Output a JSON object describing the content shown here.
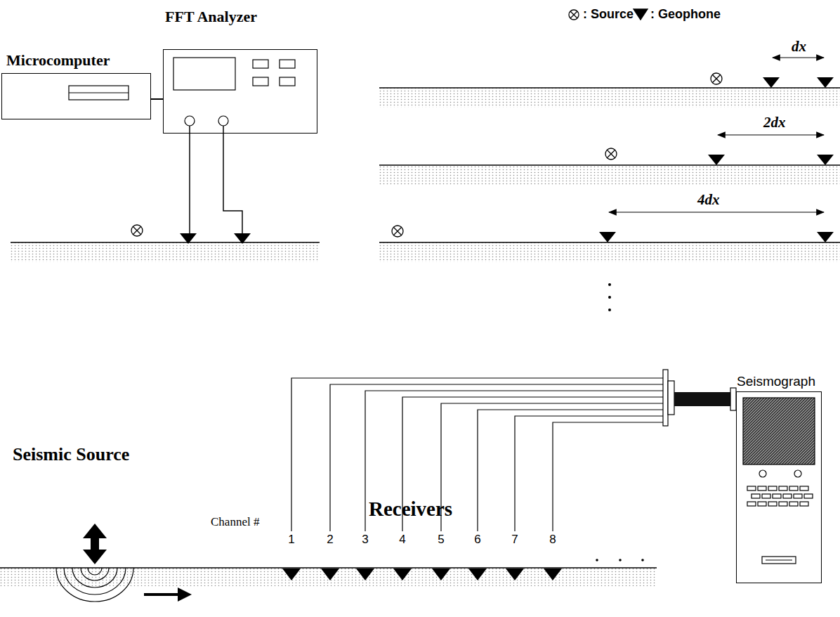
{
  "diagram": {
    "nodes": [
      {
        "text": [
          "Microcomputer"
        ]
      },
      {
        "text": [
          "FFT Analyzer"
        ]
      },
      {
        "text": [
          "Seismograph"
        ]
      }
    ],
    "edges": [
      {
        "from": 0,
        "to": 1,
        "arrow": "none"
      }
    ],
    "labels": [
      "dx",
      "2dx",
      "4dx",
      "Seismic Source",
      "Receivers",
      "Channel #",
      "1",
      "2",
      "3",
      "4",
      "5",
      "6",
      "7",
      "8"
    ],
    "legend": [
      {
        "text": ": Source"
      },
      {
        "text": ": Geophone"
      }
    ]
  }
}
